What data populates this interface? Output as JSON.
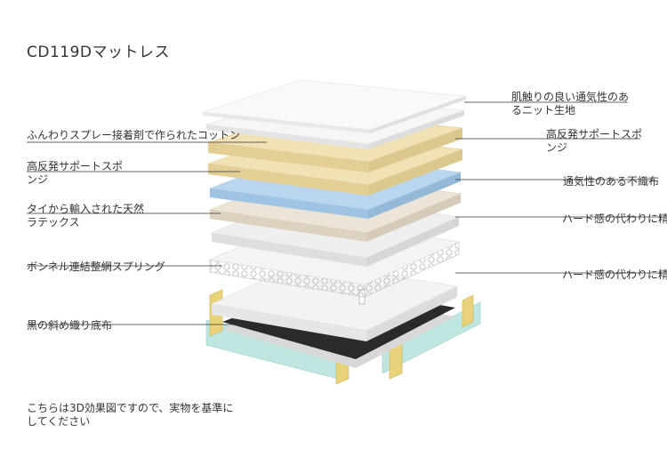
{
  "title": "CD119Dマットレス",
  "left_labels": [
    "ふんわりスプレー接着剤で作られたコットン",
    "高反発サポートスポ\nンジ",
    "タイから輸入された天然\nラテックス",
    "ボンネル連結整網スプリング",
    "黒の斜め織り底布"
  ],
  "right_labels": [
    "肌触りの良い通気性のあ\nるニット生地",
    "高反発サポートスポ\nンジ",
    "通気性のある不織布",
    "ハード感の代わりに精",
    "ハード感の代わりに精"
  ],
  "note": "こちらは3D効果図ですので、実物を基準に\nしてください",
  "colors": {
    "knit": "#f7f7f7",
    "sponge": "#f1e2b6",
    "nonwoven": "#b9d6ee",
    "latex": "#ece4d6",
    "felt": "#efefef",
    "base_top": "#2a2a2a",
    "frame": "#bfe6e0"
  }
}
